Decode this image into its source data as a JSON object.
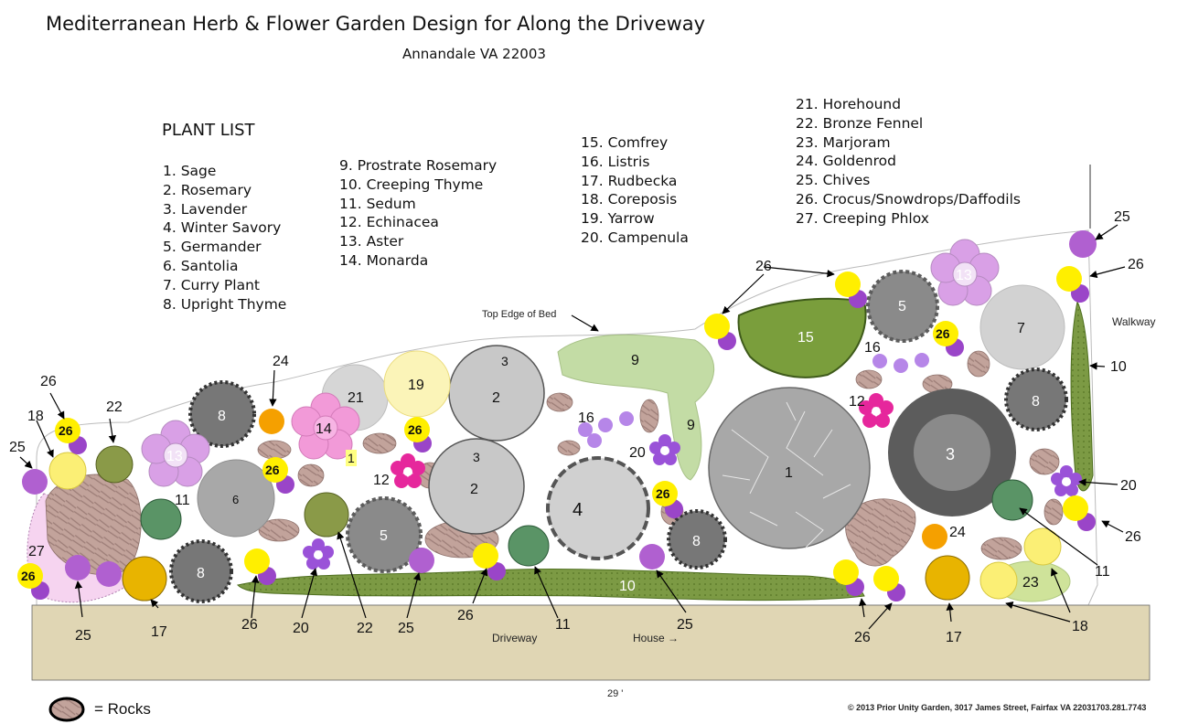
{
  "title": "Mediterranean Herb & Flower Garden Design for Along the Driveway",
  "subtitle": "Annandale VA 22003",
  "plant_list": {
    "heading": "PLANT LIST",
    "items": [
      "1. Sage",
      "2. Rosemary",
      "3. Lavender",
      "4. Winter Savory",
      "5. Germander",
      "6. Santolia",
      "7. Curry Plant",
      "8. Upright Thyme",
      "9. Prostrate Rosemary",
      "10. Creeping Thyme",
      "11. Sedum",
      "12. Echinacea",
      "13. Aster",
      "14. Monarda",
      "15. Comfrey",
      "16. Listris",
      "17. Rudbecka",
      "18. Coreposis",
      "19. Yarrow",
      "20. Campenula",
      "21. Horehound",
      "22. Bronze Fennel",
      "23. Marjoram",
      "24. Goldenrod",
      "25. Chives",
      "26. Crocus/Snowdrops/Daffodils",
      "27. Creeping Phlox"
    ]
  },
  "annotations": {
    "top_edge": "Top Edge of Bed",
    "walkway": "Walkway",
    "driveway": "Driveway",
    "house": "House →",
    "dimension": "29 '",
    "rocks_legend": "= Rocks",
    "copyright": "© 2013 Prior Unity Garden, 3017 James Street, Fairfax VA 22031703.281.7743"
  },
  "colors": {
    "gray_plant": "#a8a8a8",
    "light_gray": "#d2d2d2",
    "dark_gray": "#5c5c5c",
    "pink": "#f29ad8",
    "lavender": "#d9a0e6",
    "purple": "#b060d0",
    "yellow": "#ffef00",
    "light_green": "#c3dca5",
    "olive_green": "#6f9030",
    "comfrey_green": "#7a9e3c",
    "teal_green": "#4e8a5a",
    "gold": "#e8b400",
    "orange": "#f5a000",
    "sand": "#e0d6b4",
    "rock": "#b99a90",
    "phlox_pink": "#f6d4f0"
  },
  "numbers": {
    "n1": "1",
    "n2": "2",
    "n3": "3",
    "n4": "4",
    "n5": "5",
    "n6": "6",
    "n7": "7",
    "n8": "8",
    "n9": "9",
    "n10": "10",
    "n11": "11",
    "n12": "12",
    "n13": "13",
    "n14": "14",
    "n15": "15",
    "n16": "16",
    "n17": "17",
    "n18": "18",
    "n19": "19",
    "n20": "20",
    "n21": "21",
    "n22": "22",
    "n23": "23",
    "n24": "24",
    "n25": "25",
    "n26": "26",
    "n27": "27"
  }
}
